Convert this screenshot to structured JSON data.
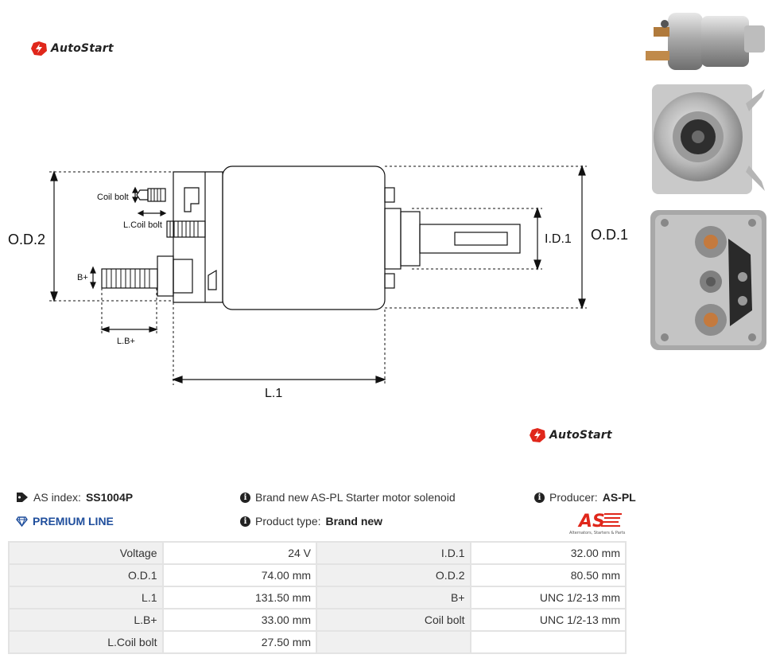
{
  "brand": {
    "name": "AutoStart"
  },
  "diagram": {
    "labels": {
      "od2": "O.D.2",
      "od1": "O.D.1",
      "id1": "I.D.1",
      "l1": "L.1",
      "coil_bolt": "Coil bolt",
      "l_coil_bolt": "L.Coil bolt",
      "b_plus": "B+",
      "l_b_plus": "L.B+"
    }
  },
  "info": {
    "index_label": "AS index:",
    "index_value": "SS1004P",
    "premium": "PREMIUM LINE",
    "description": "Brand new AS-PL Starter motor solenoid",
    "type_label": "Product type:",
    "type_value": "Brand new",
    "producer_label": "Producer:",
    "producer_value": "AS-PL"
  },
  "producer_logo": {
    "mark": "AS",
    "tagline": "Alternators, Starters & Parts"
  },
  "specs": [
    {
      "label": "Voltage",
      "value": "24 V",
      "label2": "I.D.1",
      "value2": "32.00 mm"
    },
    {
      "label": "O.D.1",
      "value": "74.00 mm",
      "label2": "O.D.2",
      "value2": "80.50 mm"
    },
    {
      "label": "L.1",
      "value": "131.50 mm",
      "label2": "B+",
      "value2": "UNC 1/2-13 mm"
    },
    {
      "label": "L.B+",
      "value": "33.00 mm",
      "label2": "Coil bolt",
      "value2": "UNC 1/2-13 mm"
    },
    {
      "label": "L.Coil bolt",
      "value": "27.50 mm",
      "label2": "",
      "value2": ""
    }
  ],
  "colors": {
    "premium": "#1f4e9c",
    "logo_red": "#e0271b"
  }
}
